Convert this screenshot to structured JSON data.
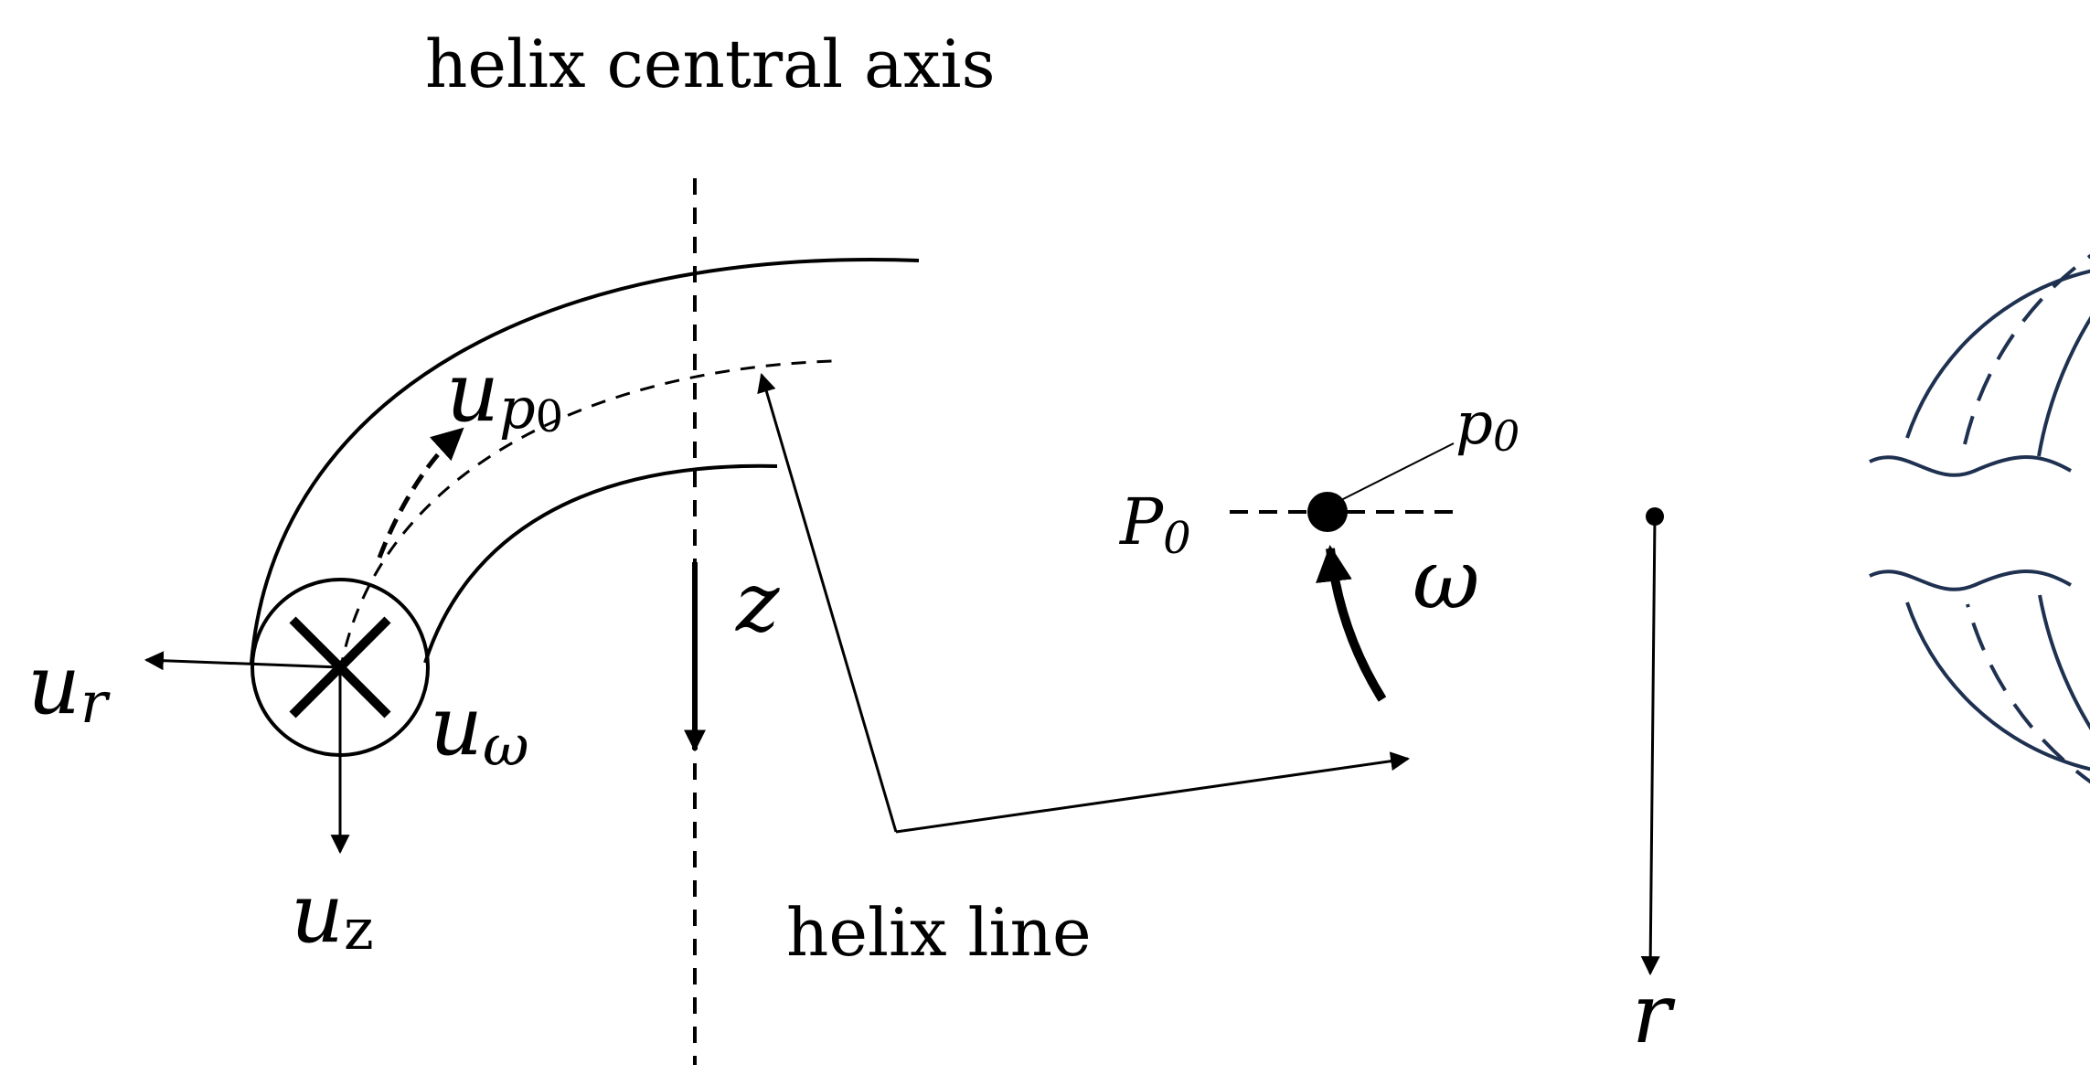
{
  "labels": {
    "central_axis": "helix central axis",
    "helix_line": "helix line",
    "u_r": {
      "main": "u",
      "sub": "r"
    },
    "u_z": {
      "main": "u",
      "sub": "z"
    },
    "u_omega": {
      "main": "u",
      "sub": "ω"
    },
    "u_p0": {
      "main": "u",
      "sub": "p",
      "subsub": "0"
    },
    "z_axis": "z",
    "p0_small": {
      "main": "p",
      "sub": "0"
    },
    "P0": {
      "main": "P",
      "sub": "0"
    },
    "omega": "ω",
    "r": "r"
  },
  "colors": {
    "ink": "#000000",
    "ring": "#1f3150"
  }
}
